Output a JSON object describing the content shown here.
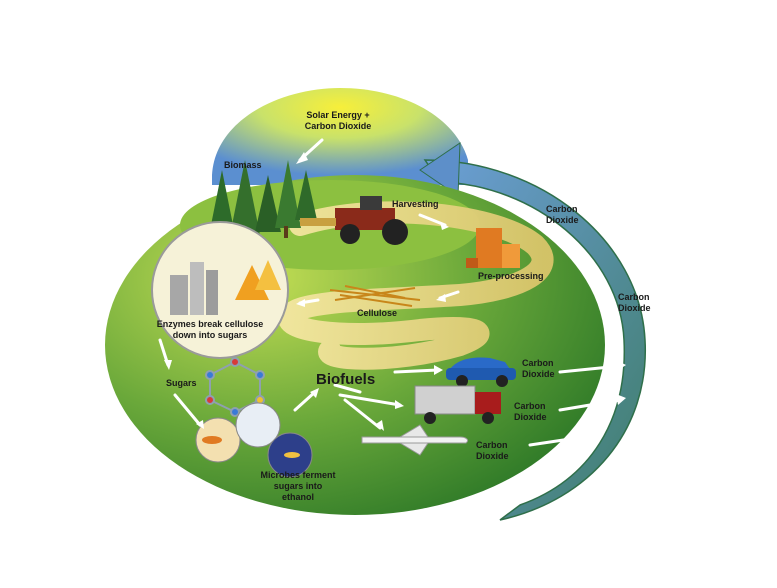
{
  "labels": {
    "solar_line1": "Solar Energy +",
    "solar_line2": "Carbon Dioxide",
    "biomass": "Biomass",
    "harvesting": "Harvesting",
    "preprocessing": "Pre-processing",
    "cellulose": "Cellulose",
    "enzymes_line1": "Enzymes break cellulose",
    "enzymes_line2": "down into sugars",
    "sugars": "Sugars",
    "microbes_line1": "Microbes ferment",
    "microbes_line2": "sugars into",
    "microbes_line3": "ethanol",
    "biofuels": "Biofuels",
    "co2_car_line1": "Carbon",
    "co2_car_line2": "Dioxide",
    "co2_truck_line1": "Carbon",
    "co2_truck_line2": "Dioxide",
    "co2_plane_line1": "Carbon",
    "co2_plane_line2": "Dioxide",
    "co2_ring_top_line1": "Carbon",
    "co2_ring_top_line2": "Dioxide",
    "co2_ring_side_line1": "Carbon",
    "co2_ring_side_line2": "Dioxide"
  },
  "colors": {
    "sky_top": "#5b8fd0",
    "sky_mid": "#a8d46a",
    "sun_yellow": "#f3e23a",
    "hill_light": "#b9d84a",
    "hill_dark": "#3f8a2a",
    "path": "#e8d98a",
    "ring_blue": "#5d8fc9",
    "arrow_white": "#ffffff"
  }
}
